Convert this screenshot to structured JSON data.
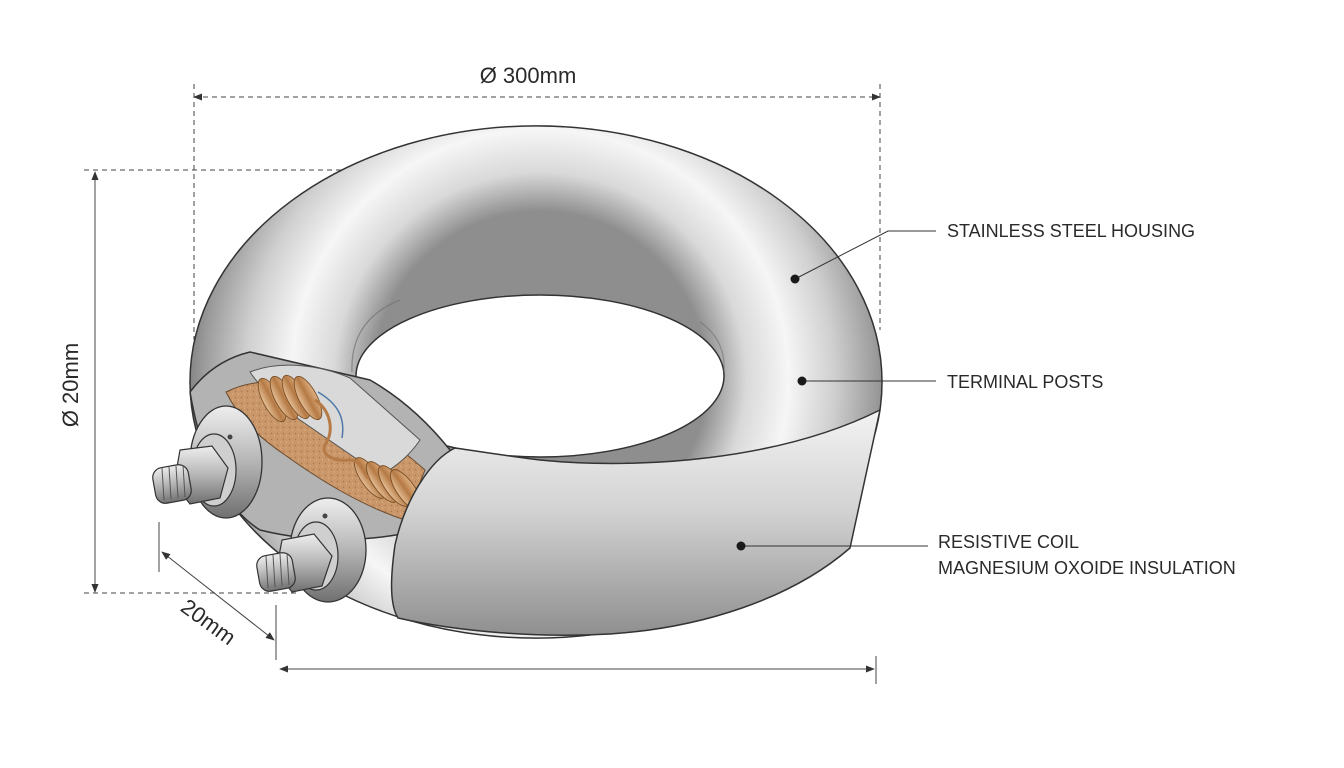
{
  "dimensions": {
    "outer_diameter": "Ø 300mm",
    "tube_diameter": "Ø 20mm",
    "width": "20mm"
  },
  "callouts": {
    "housing": "STAINLESS STEEL HOUSING",
    "terminals": "TERMINAL POSTS",
    "coil": "RESISTIVE COIL",
    "insulation": "MAGNESIUM OXOIDE INSULATION"
  },
  "colors": {
    "steel_light": "#f4f4f4",
    "steel_mid": "#c6c6c6",
    "steel_dark": "#8e8e8e",
    "copper": "#c08a55",
    "insulation": "#c79a6a",
    "line": "#333333"
  }
}
